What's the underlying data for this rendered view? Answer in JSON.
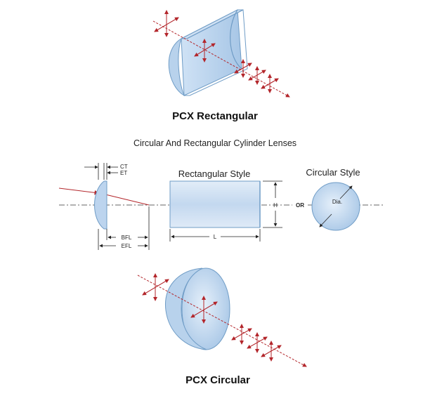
{
  "captions": {
    "top": "PCX Rectangular",
    "subtitle": "Circular And Rectangular Cylinder Lenses",
    "bottom": "PCX Circular"
  },
  "labels": {
    "ct": "CT",
    "et": "ET",
    "bfl": "BFL",
    "efl": "EFL",
    "rect_style": "Rectangular Style",
    "circ_style": "Circular Style",
    "h": "H",
    "l": "L",
    "or": "OR",
    "dia": "Dia."
  },
  "colors": {
    "ray": "#b3262b",
    "lens_light": "#dbe9f7",
    "lens_mid": "#a9c8e8",
    "lens_edge": "#6f9cc6",
    "outline": "#333333"
  }
}
